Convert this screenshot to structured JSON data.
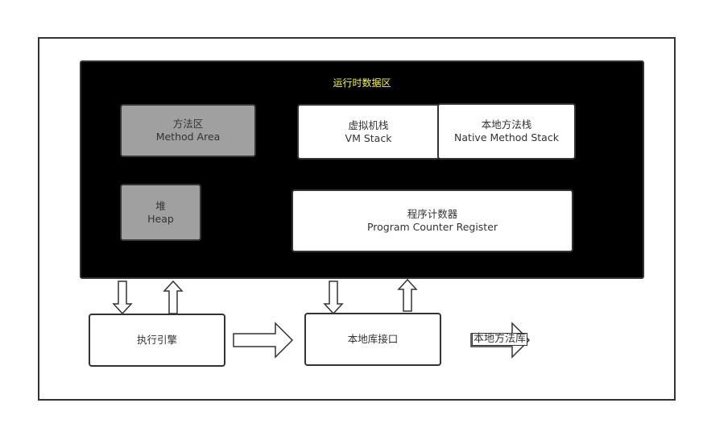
{
  "diagram": {
    "runtime_area": {
      "title": "运行时数据区",
      "title_color": "#ffff00",
      "background": "#000000"
    },
    "method_area": {
      "zh": "方法区",
      "en": "Method Area"
    },
    "heap": {
      "zh": "堆",
      "en": "Heap"
    },
    "vm_stack": {
      "zh": "虚拟机栈",
      "en": "VM Stack"
    },
    "native_method_stack": {
      "zh": "本地方法栈",
      "en": "Native Method Stack"
    },
    "program_counter": {
      "zh": "程序计数器",
      "en": "Program Counter Register"
    },
    "execution_engine": {
      "label": "执行引擎"
    },
    "native_interface": {
      "label": "本地库接口"
    },
    "native_library": {
      "label": "本地方法库"
    },
    "colors": {
      "gray_box": "#a0a0a0",
      "white_box": "#ffffff",
      "stroke": "#333333"
    }
  }
}
